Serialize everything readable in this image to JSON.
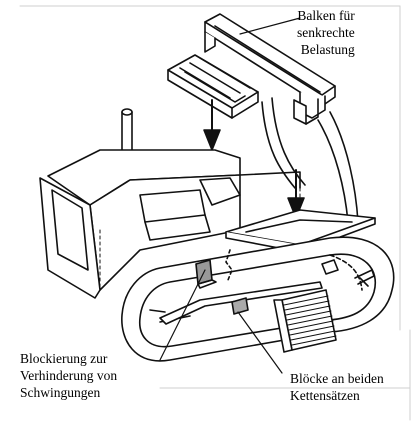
{
  "labels": {
    "beam": [
      "Balken für",
      "senkrechte",
      "Belastung"
    ],
    "blocking": [
      "Blockierung zur",
      "Verhinderung von",
      "Schwingungen"
    ],
    "blocks": [
      "Blöcke an beiden",
      "Kettensätzen"
    ]
  }
}
